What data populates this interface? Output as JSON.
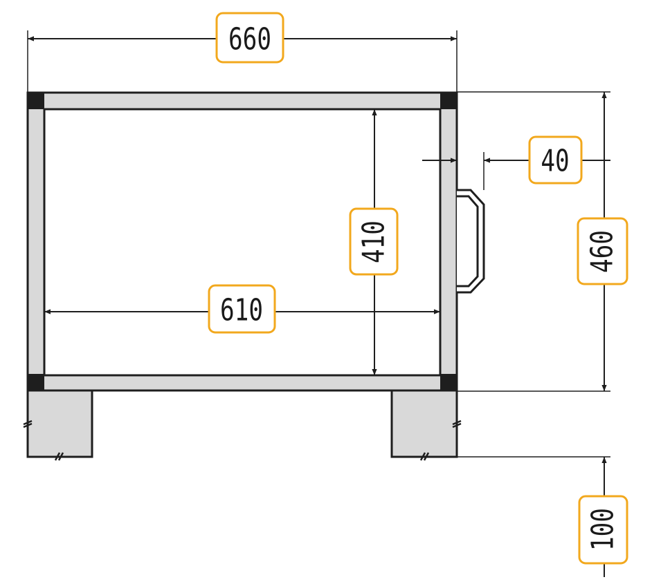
{
  "dimensions": {
    "overall_width": "660",
    "inner_width": "610",
    "inner_height": "410",
    "handle_offset": "40",
    "overall_height": "460",
    "leg_height": "100"
  },
  "colors": {
    "frame_fill": "#d9d9d9",
    "corner_fill": "#1e1e1e",
    "stroke": "#1e1e1e",
    "label_border": "#f2a81d",
    "label_fill": "#ffffff"
  }
}
